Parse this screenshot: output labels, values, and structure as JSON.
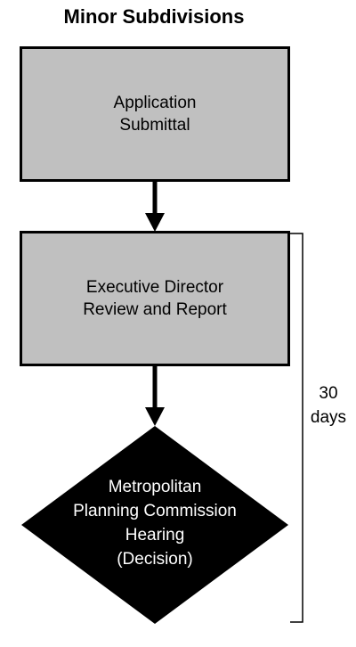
{
  "title": "Minor Subdivisions",
  "steps": [
    {
      "lines": [
        "Application",
        "Submittal"
      ],
      "shape": "rectangle",
      "fill": "#c0c0c0"
    },
    {
      "lines": [
        "Executive Director",
        "Review and Report"
      ],
      "shape": "rectangle",
      "fill": "#c0c0c0"
    },
    {
      "lines": [
        "Metropolitan",
        "Planning Commission",
        "Hearing",
        "(Decision)"
      ],
      "shape": "diamond",
      "fill": "#000000"
    }
  ],
  "duration": {
    "lines": [
      "30",
      "days"
    ]
  },
  "colors": {
    "box_fill": "#c0c0c0",
    "diamond_fill": "#000000",
    "diamond_text": "#ffffff",
    "line": "#000000"
  }
}
